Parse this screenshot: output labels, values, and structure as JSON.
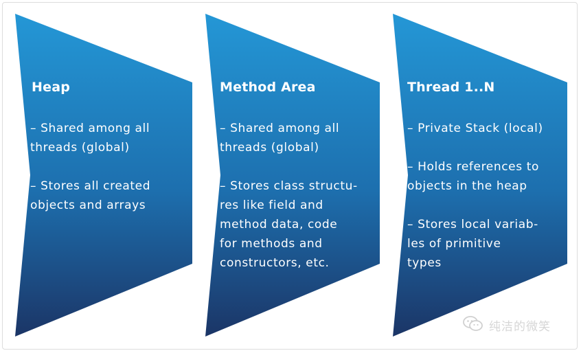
{
  "panels": [
    {
      "title": "Heap",
      "bullets": [
        [
          "– Shared among all",
          "threads (global)"
        ],
        [
          "– Stores all created",
          "objects and arrays"
        ]
      ]
    },
    {
      "title": "Method Area",
      "bullets": [
        [
          "– Shared among all",
          "threads (global)"
        ],
        [
          "– Stores class structu-",
          "res like field and",
          "method data, code",
          "for methods and",
          "constructors, etc."
        ]
      ]
    },
    {
      "title": "Thread 1..N",
      "bullets": [
        [
          "– Private Stack (local)"
        ],
        [
          "– Holds references to",
          "objects in the heap"
        ],
        [
          "– Stores local variab-",
          "les of primitive",
          "types"
        ]
      ]
    }
  ],
  "watermark": {
    "icon": "wechat-icon",
    "text": "纯洁的微笑"
  },
  "colors": {
    "panel_top": "#1f8fd0",
    "panel_bottom": "#1c3a6b",
    "text": "#ffffff"
  }
}
